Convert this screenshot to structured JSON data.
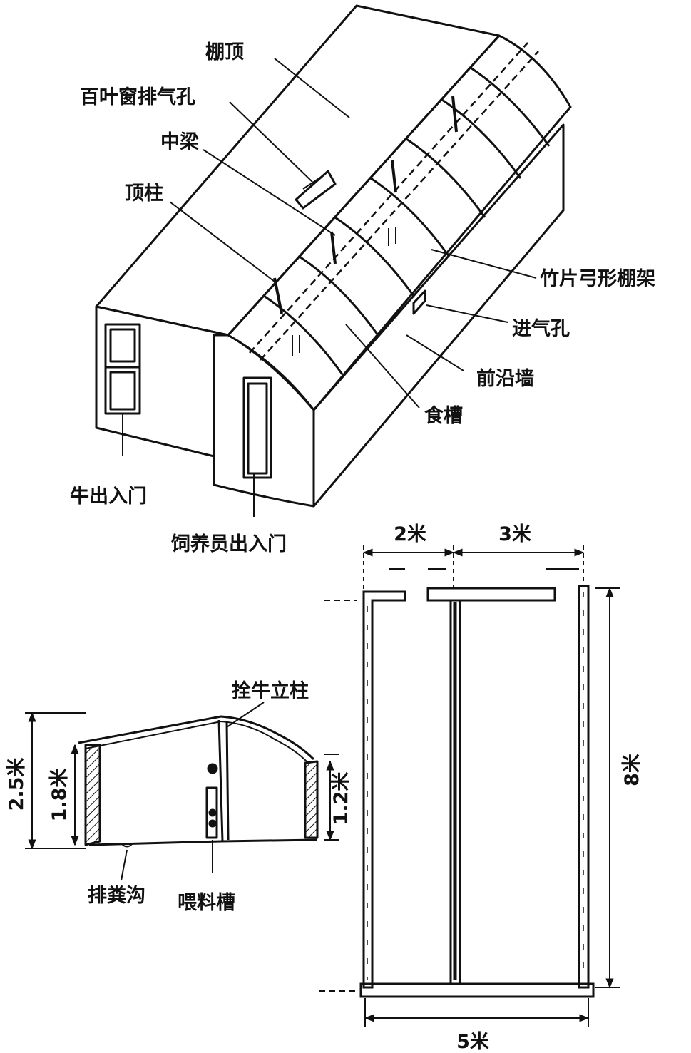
{
  "perspective": {
    "labels": {
      "roof": "棚顶",
      "louver_vent": "百叶窗排气孔",
      "middle_beam": "中梁",
      "top_post": "顶柱",
      "bamboo_frame": "竹片弓形棚架",
      "air_inlet": "进气孔",
      "front_wall": "前沿墙",
      "trough": "食槽",
      "cattle_door": "牛出入门",
      "keeper_door": "饲养员出入门"
    }
  },
  "section": {
    "labels": {
      "post": "拴牛立柱",
      "manure_ditch": "排粪沟",
      "feed_trough": "喂料槽"
    },
    "dims": {
      "h_total": "2.5米",
      "h_back": "1.8米",
      "h_front": "1.2米"
    }
  },
  "plan": {
    "dims": {
      "w_left": "2米",
      "w_right": "3米",
      "length": "8米",
      "width": "5米"
    }
  },
  "colors": {
    "ink": "#111111",
    "paper": "#ffffff"
  }
}
